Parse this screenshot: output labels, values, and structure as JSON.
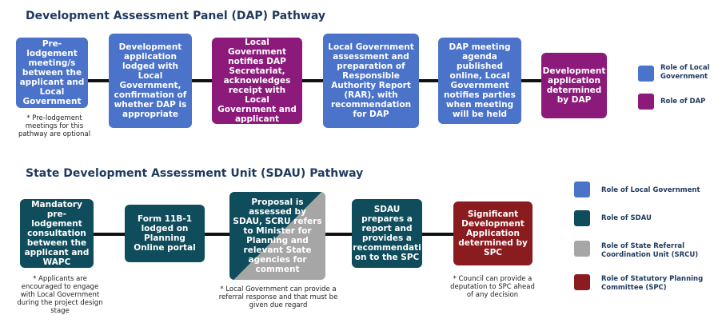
{
  "dap": {
    "title": "Development Assessment Panel (DAP) Pathway",
    "boxes": [
      "Pre-lodgement meeting/s between the applicant and Local Government",
      "Development application lodged with Local Government, confirmation of whether DAP is appropriate",
      "Local Government notifies DAP Secretariat, acknowledges receipt with Local Government and applicant",
      "Local Government assessment and preparation of Responsible Authority Report (RAR), with recommendation for DAP",
      "DAP meeting agenda published online, Local Government notifies parties when meeting will be held",
      "Development application determined by DAP"
    ],
    "note": "* Pre-lodgement meetings for this pathway are optional",
    "legend": [
      "Role of Local Government",
      "Role of DAP"
    ]
  },
  "sdau": {
    "title": "State Development Assessment Unit (SDAU) Pathway",
    "boxes": [
      "Mandatory pre-lodgement consultation between the applicant and WAPC",
      "Form 11B-1 lodged on Planning Online portal",
      "Proposal is assessed by SDAU, SCRU refers to Minister for Planning and relevant State agencies for comment",
      "SDAU prepares a report and provides a recommendati on to the SPC",
      "Significant Development Application determined by SPC"
    ],
    "notes": [
      "* Applicants are encouraged to engage with Local Government during the project design stage",
      "* Local Government can provide a referral response and that must be given due regard",
      "* Council can provide a deputation to SPC ahead of any decision"
    ],
    "legend": [
      "Role of Local Government",
      "Role of SDAU",
      "Role of State Referral Coordination Unit (SRCU)",
      "Role of Statutory Planning Committee (SPC)"
    ]
  },
  "colors": {
    "local_government": "#4a73c9",
    "dap": "#8b1a7a",
    "sdau": "#0f4c5c",
    "srcu": "#a6a6a6",
    "spc": "#8a1b1f"
  }
}
